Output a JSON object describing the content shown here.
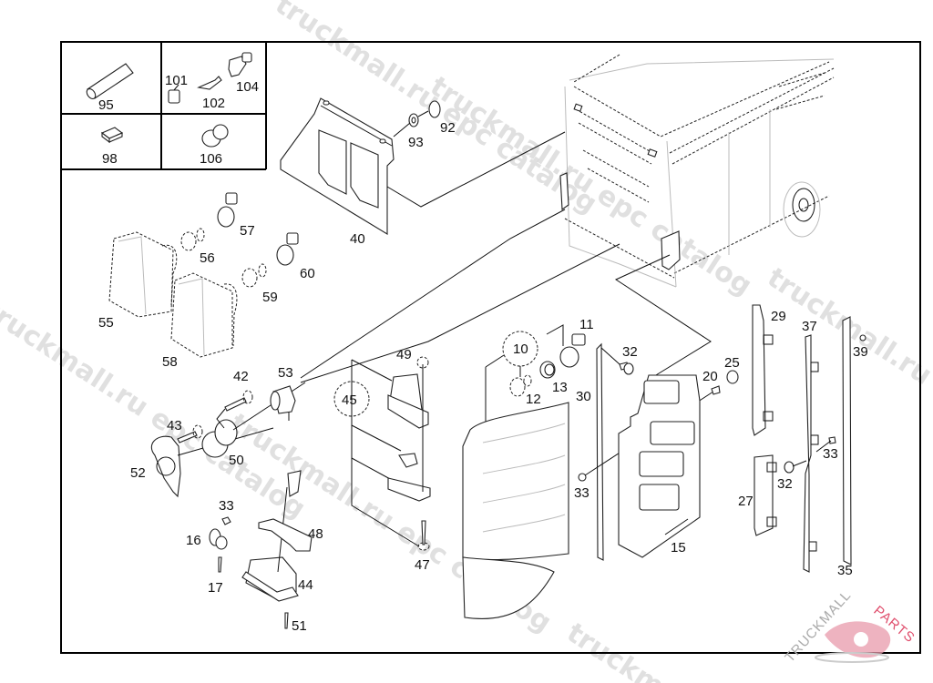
{
  "diagram": {
    "type": "exploded parts diagram",
    "subject": "Rear lamp and license plate lamp assembly (van rear)",
    "inset_legend": [
      {
        "callouts": [
          "95"
        ]
      },
      {
        "callouts": [
          "101",
          "102",
          "104"
        ]
      },
      {
        "callouts": [
          "98"
        ]
      },
      {
        "callouts": [
          "106"
        ]
      }
    ],
    "callouts": {
      "c95": "95",
      "c101": "101",
      "c102": "102",
      "c104": "104",
      "c98": "98",
      "c106": "106",
      "c40": "40",
      "c92": "92",
      "c93": "93",
      "c55": "55",
      "c56": "56",
      "c57": "57",
      "c58": "58",
      "c59": "59",
      "c60": "60",
      "c42": "42",
      "c43": "43",
      "c50": "50",
      "c52": "52",
      "c53": "53",
      "c33a": "33",
      "c16": "16",
      "c17": "17",
      "c44": "44",
      "c48": "48",
      "c51": "51",
      "c45": "45",
      "c47": "47",
      "c49": "49",
      "c10": "10",
      "c11": "11",
      "c12": "12",
      "c13": "13",
      "c30": "30",
      "c32a": "32",
      "c33b": "33",
      "c15": "15",
      "c20": "20",
      "c25": "25",
      "c29": "29",
      "c27": "27",
      "c37": "37",
      "c32b": "32",
      "c33c": "33",
      "c35": "35",
      "c39": "39"
    },
    "watermarks": [
      "truckmall.ru epc catalog",
      "truckmall.ru epc catalog",
      "truckmall.ru epc catalog",
      "truckmall.ru epc catalog"
    ],
    "logo": {
      "text_gray": "TRUCKMALL",
      "text_pink": "PARTS",
      "accent_color": "#e0506e"
    }
  }
}
